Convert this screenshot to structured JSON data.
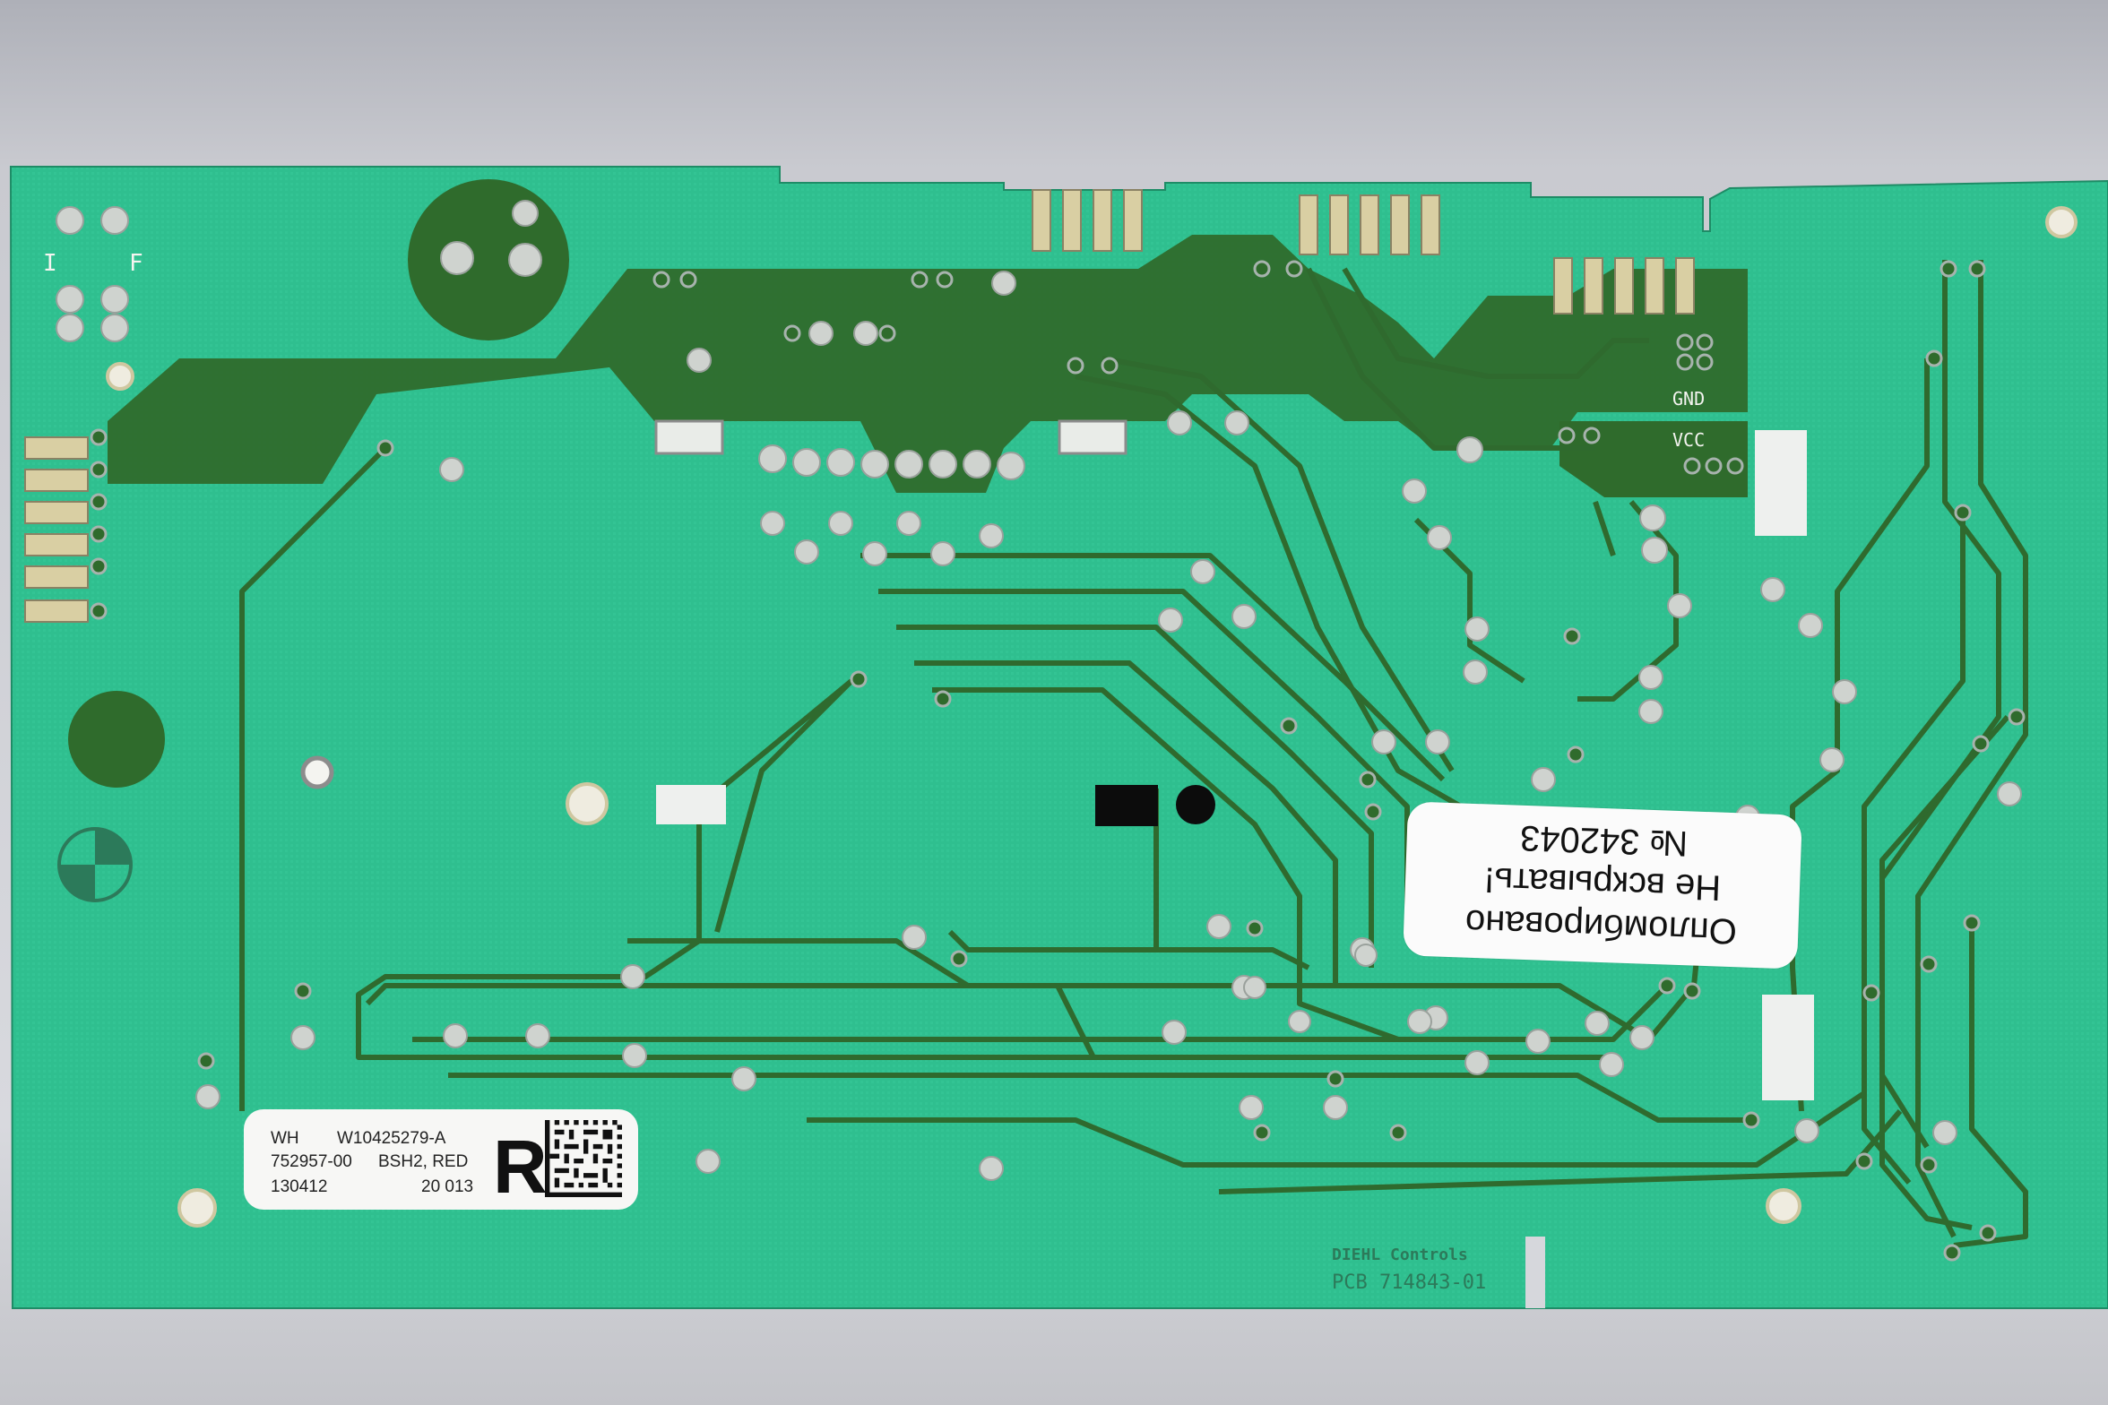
{
  "photo": {
    "subject": "pcb",
    "colors": {
      "background_top": "#aeb0b8",
      "background_bottom": "#d8d9de",
      "board": "#2ebf8e",
      "copper_pour": "#2e6a2c",
      "trace": "#2f6a2e",
      "pad": "#cfd3cf",
      "label": "#f7f7f5"
    }
  },
  "silkscreen": {
    "gnd": "GND",
    "vcc": "VCC",
    "left_i": "I",
    "left_f": "F",
    "maker": "DIEHL Controls",
    "pcb_number": "PCB 714843-01"
  },
  "product_label": {
    "wh": "WH",
    "part_number": "W10425279-A",
    "code": "752957-00",
    "variant": "BSH2, RED",
    "date": "130412",
    "batch": "20 013",
    "mark": "R"
  },
  "seal_sticker": {
    "line1": "Опломбировано",
    "line2": "Не вскрывать!",
    "line3": "№ 342043"
  }
}
